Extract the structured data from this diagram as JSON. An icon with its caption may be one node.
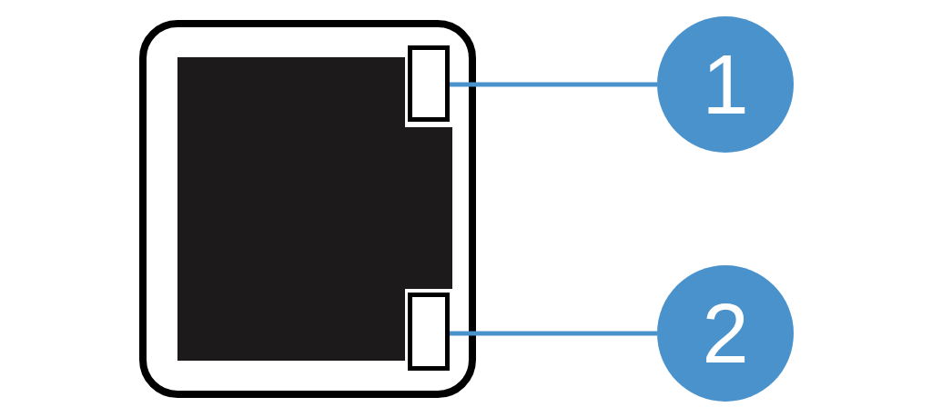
{
  "diagram": {
    "nodes": [
      {
        "text": [
          "1"
        ]
      },
      {
        "text": [],
        "shape": "box"
      },
      {
        "text": [
          "2"
        ]
      },
      {
        "text": [],
        "shape": "box"
      }
    ],
    "edges": [
      {
        "from": 0,
        "to": 1,
        "arrow": "none"
      },
      {
        "from": 2,
        "to": 3,
        "arrow": "none"
      }
    ]
  }
}
